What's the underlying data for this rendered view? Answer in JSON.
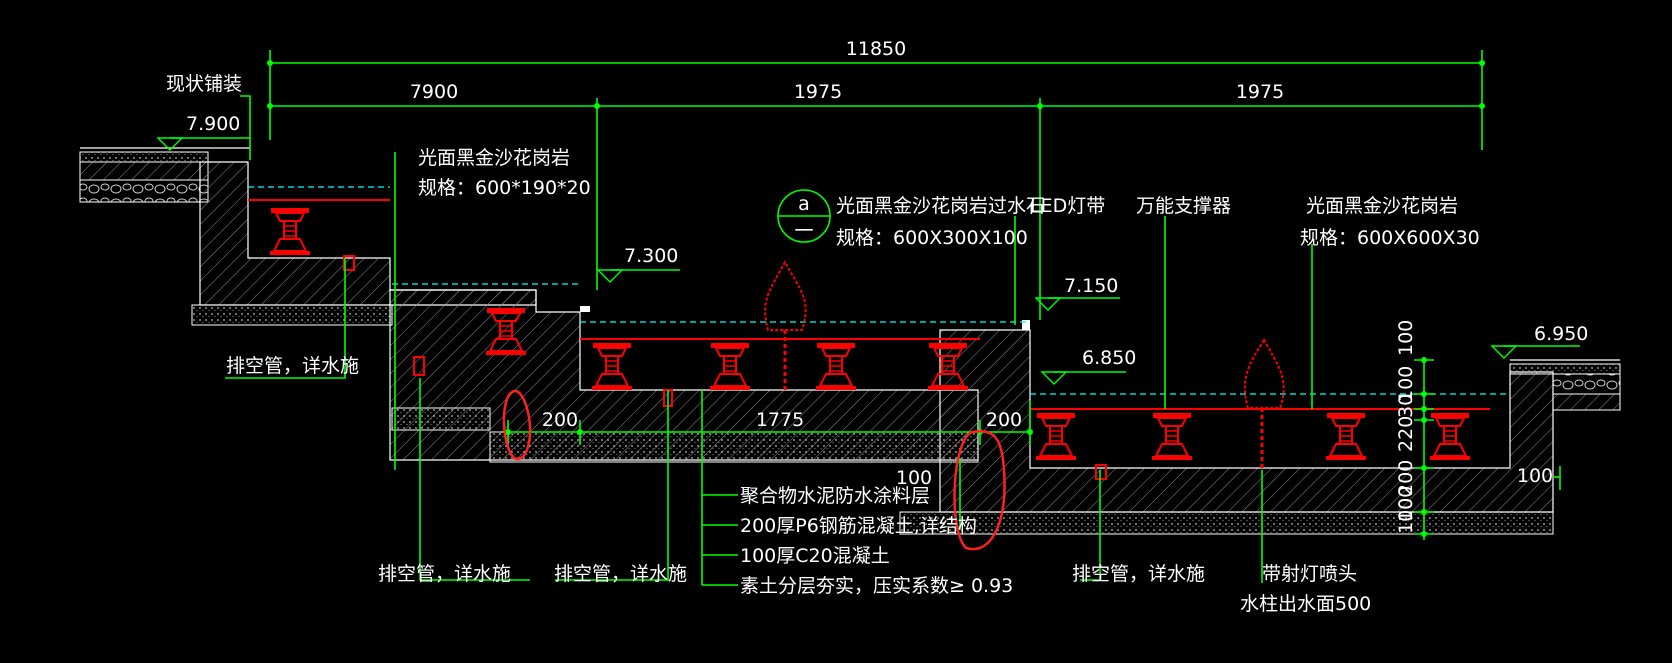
{
  "colors": {
    "background": "#000000",
    "dimension_line": "#00ff00",
    "outline": "#ffffff",
    "support": "#ff0000",
    "water": "#00ffff",
    "hatch": "#8a8a8a"
  },
  "dimensions": {
    "total": "11850",
    "seg1": "7900",
    "seg2": "1975",
    "seg3": "1975",
    "inner_200_left": "200",
    "inner_1775": "1775",
    "inner_200_right": "200",
    "step_100": "100",
    "vertical_stack": [
      "100",
      "100",
      "30",
      "220",
      "200",
      "100",
      "100"
    ],
    "right_100": "100"
  },
  "elevations": {
    "e1": "7.900",
    "e2": "7.300",
    "e3": "7.150",
    "e4": "6.850",
    "e5": "6.950"
  },
  "labels": {
    "existing_paving": "现状铺装",
    "granite_top_left": "光面黑金沙花岗岩",
    "granite_top_left_spec": "规格：600*190*20",
    "detail_marker_top": "a",
    "detail_marker_bottom": "一",
    "granite_weir": "光面黑金沙花岗岩过水石",
    "led_strip": "LED灯带",
    "granite_weir_spec": "规格：600X300X100",
    "pedestal": "万能支撑器",
    "granite_right": "光面黑金沙花岗岩",
    "granite_right_spec": "规格：600X600X30",
    "drain1": "排空管，详水施",
    "drain2": "排空管，详水施",
    "drain3": "排空管，详水施",
    "drain4": "排空管，详水施",
    "layer1": "聚合物水泥防水涂料层",
    "layer2": "200厚P6钢筋混凝土,详结构",
    "layer3": "100厚C20混凝土",
    "layer4": "素土分层夯实，压实系数≥ 0.93",
    "fountain_head": "带射灯喷头",
    "jet_height": "水柱出水面500"
  }
}
